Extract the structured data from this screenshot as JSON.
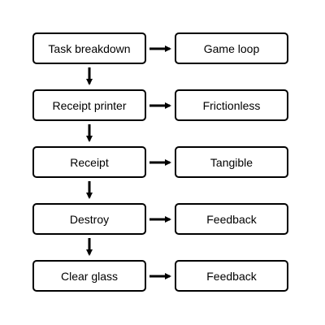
{
  "flow": {
    "steps": [
      {
        "label": "Task breakdown",
        "outcome": "Game loop"
      },
      {
        "label": "Receipt printer",
        "outcome": "Frictionless"
      },
      {
        "label": "Receipt",
        "outcome": "Tangible"
      },
      {
        "label": "Destroy",
        "outcome": "Feedback"
      },
      {
        "label": "Clear glass",
        "outcome": "Feedback"
      }
    ]
  },
  "colors": {
    "stroke": "#000000",
    "fill": "#ffffff"
  }
}
